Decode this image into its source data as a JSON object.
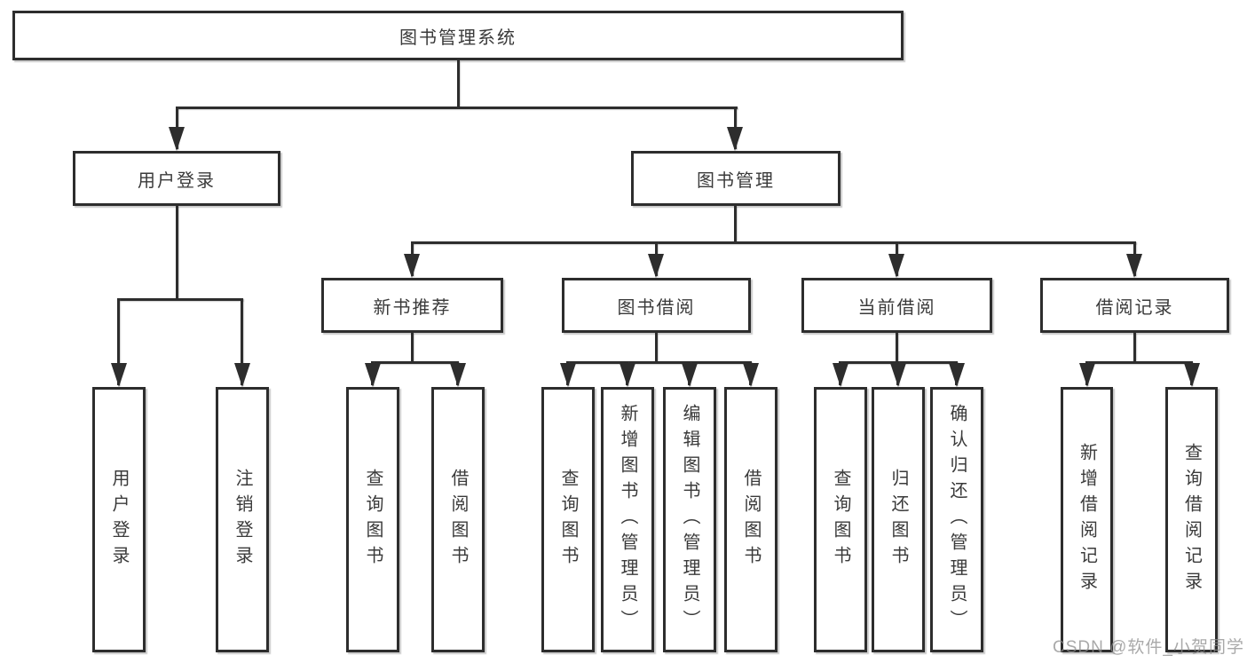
{
  "nodes": {
    "root": {
      "label": "图书管理系统"
    },
    "level2": [
      {
        "label": "用户登录"
      },
      {
        "label": "图书管理"
      }
    ],
    "level3": [
      {
        "label": "新书推荐"
      },
      {
        "label": "图书借阅"
      },
      {
        "label": "当前借阅"
      },
      {
        "label": "借阅记录"
      }
    ],
    "groups": {
      "user_login": [
        {
          "label": "用户登录"
        },
        {
          "label": "注销登录"
        }
      ],
      "new_book_recommend": [
        {
          "label": "查询图书"
        },
        {
          "label": "借阅图书"
        }
      ],
      "book_borrow": [
        {
          "label": "查询图书"
        },
        {
          "label": "新增图书（管理员）"
        },
        {
          "label": "编辑图书（管理员）"
        },
        {
          "label": "借阅图书"
        }
      ],
      "current_borrow": [
        {
          "label": "查询图书"
        },
        {
          "label": "归还图书"
        },
        {
          "label": "确认归还（管理员）"
        }
      ],
      "borrow_records": [
        {
          "label": "新增借阅记录"
        },
        {
          "label": "查询借阅记录"
        }
      ]
    }
  },
  "watermark": {
    "text": "CSDN @软件_小贺同学"
  },
  "colors": {
    "line": "#2d2d2d",
    "text": "#3a3a3a",
    "background": "#ffffff",
    "watermark": "#8c8c8c"
  }
}
